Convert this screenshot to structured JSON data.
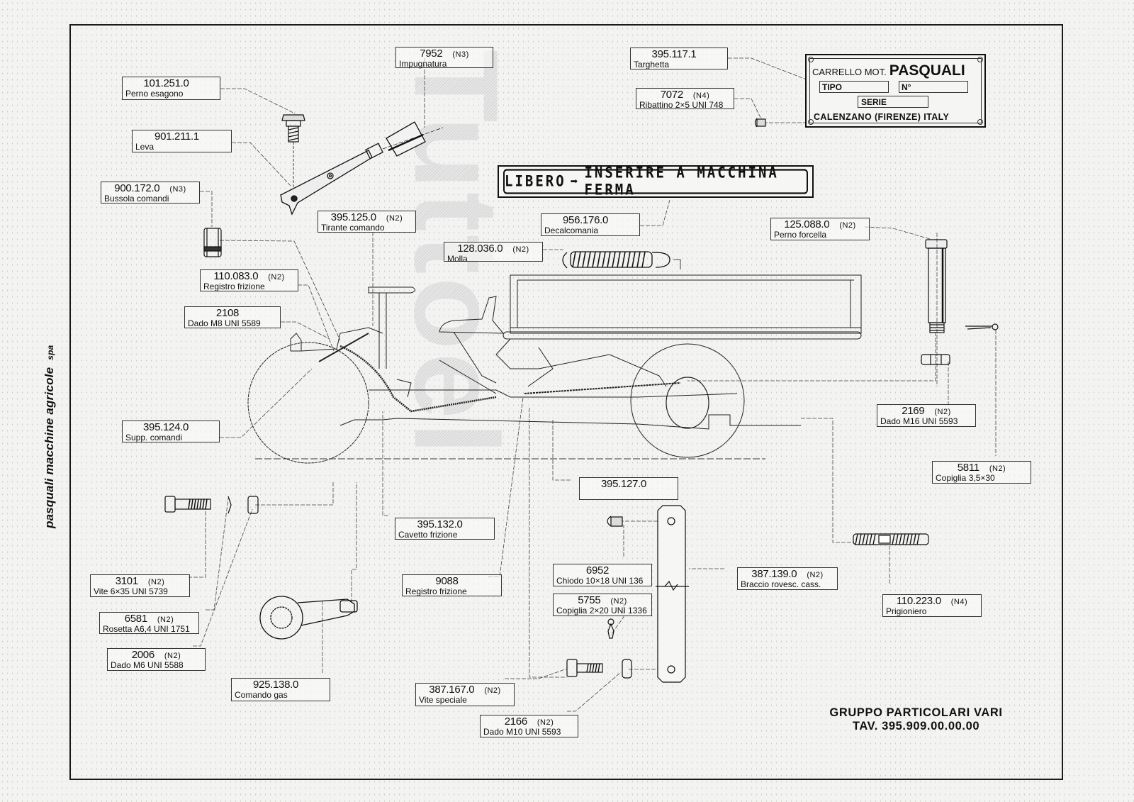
{
  "document": {
    "company": "pasquali macchine agricole",
    "company_suffix": "spa",
    "watermark": "Tuttoel",
    "title": "GRUPPO PARTICOLARI VARI",
    "table_ref": "TAV. 395.909.00.00.00"
  },
  "nameplate": {
    "line1_prefix": "CARRELLO MOT.",
    "line1_brand": "PASQUALI",
    "tipo_label": "TIPO",
    "number_label": "N°",
    "serie_label": "SERIE",
    "address": "CALENZANO (FIRENZE) ITALY"
  },
  "decal": {
    "left_text": "LIBERO",
    "arrow": "➡",
    "right_text": "INSERIRE A MACCHINA FERMA"
  },
  "parts": [
    {
      "code": "101.251.0",
      "qty": "",
      "desc": "Perno esagono"
    },
    {
      "code": "901.211.1",
      "qty": "",
      "desc": "Leva"
    },
    {
      "code": "900.172.0",
      "qty": "(N3)",
      "desc": "Bussola comandi"
    },
    {
      "code": "7952",
      "qty": "(N3)",
      "desc": "Impugnatura"
    },
    {
      "code": "395.125.0",
      "qty": "(N2)",
      "desc": "Tirante comando"
    },
    {
      "code": "110.083.0",
      "qty": "(N2)",
      "desc": "Registro frizione"
    },
    {
      "code": "2108",
      "qty": "",
      "desc": "Dado M8 UNI 5589"
    },
    {
      "code": "395.124.0",
      "qty": "",
      "desc": "Supp. comandi"
    },
    {
      "code": "395.117.1",
      "qty": "",
      "desc": "Targhetta"
    },
    {
      "code": "7072",
      "qty": "(N4)",
      "desc": "Ribattino 2×5 UNI 748"
    },
    {
      "code": "956.176.0",
      "qty": "",
      "desc": "Decalcomania"
    },
    {
      "code": "128.036.0",
      "qty": "(N2)",
      "desc": "Molla"
    },
    {
      "code": "125.088.0",
      "qty": "(N2)",
      "desc": "Perno forcella"
    },
    {
      "code": "2169",
      "qty": "(N2)",
      "desc": "Dado M16 UNI 5593"
    },
    {
      "code": "5811",
      "qty": "(N2)",
      "desc": "Copiglia 3,5×30"
    },
    {
      "code": "395.127.0",
      "qty": "",
      "desc": ""
    },
    {
      "code": "395.132.0",
      "qty": "",
      "desc": "Cavetto frizione"
    },
    {
      "code": "9088",
      "qty": "",
      "desc": "Registro frizione"
    },
    {
      "code": "3101",
      "qty": "(N2)",
      "desc": "Vite 6×35 UNI 5739"
    },
    {
      "code": "6581",
      "qty": "(N2)",
      "desc": "Rosetta A6,4 UNI 1751"
    },
    {
      "code": "2006",
      "qty": "(N2)",
      "desc": "Dado M6 UNI 5588"
    },
    {
      "code": "925.138.0",
      "qty": "",
      "desc": "Comando gas"
    },
    {
      "code": "6952",
      "qty": "",
      "desc": "Chiodo 10×18 UNI 136"
    },
    {
      "code": "5755",
      "qty": "(N2)",
      "desc": "Copiglia 2×20 UNI 1336"
    },
    {
      "code": "387.167.0",
      "qty": "(N2)",
      "desc": "Vite speciale"
    },
    {
      "code": "2166",
      "qty": "(N2)",
      "desc": "Dado M10 UNI 5593"
    },
    {
      "code": "387.139.0",
      "qty": "(N2)",
      "desc": "Braccio rovesc. cass."
    },
    {
      "code": "110.223.0",
      "qty": "(N4)",
      "desc": "Prigioniero"
    }
  ]
}
